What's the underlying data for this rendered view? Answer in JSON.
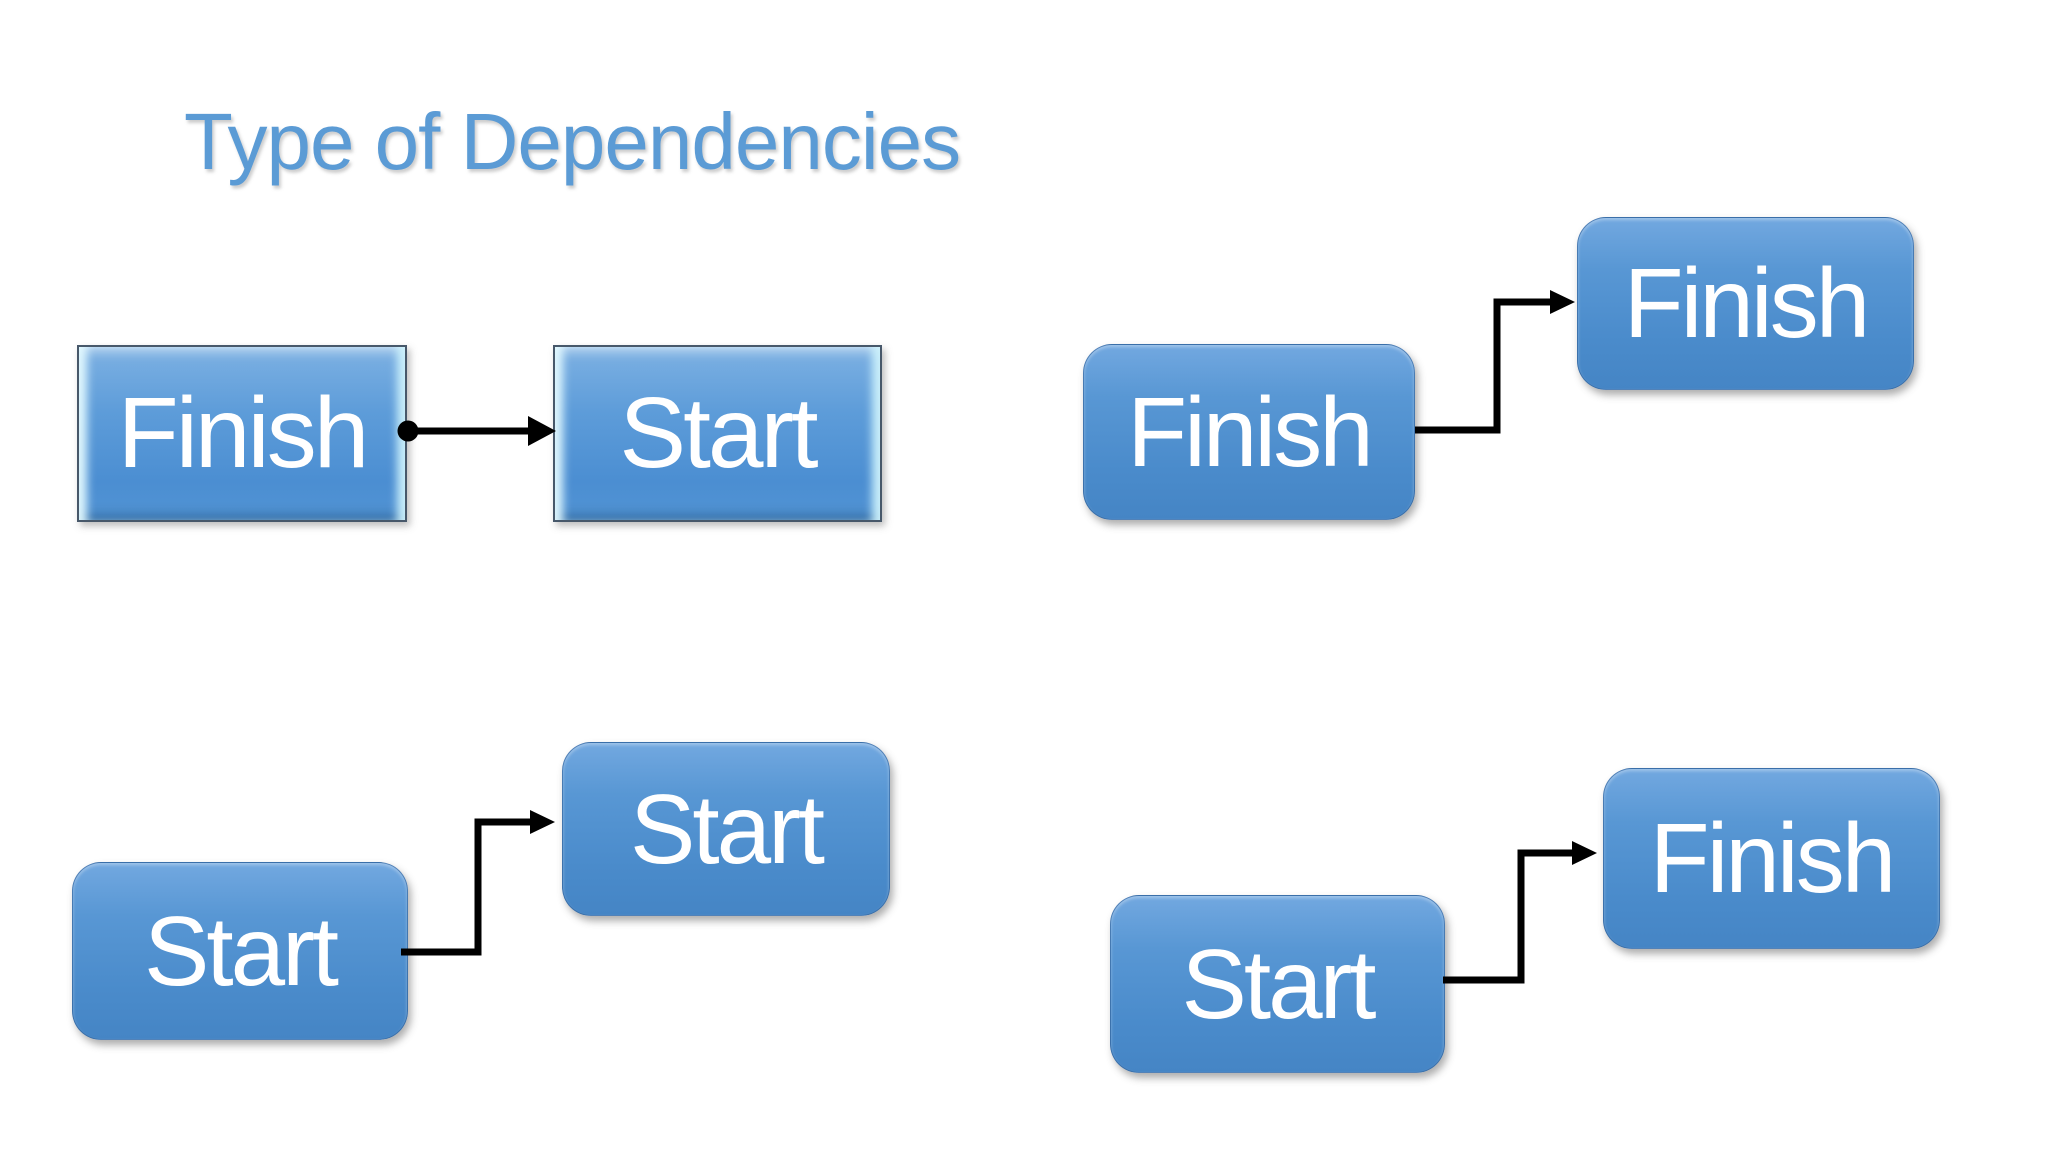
{
  "slide": {
    "title": "Type of Dependencies"
  },
  "colors": {
    "title": "#5B9BD5",
    "box_blue": "#4A8BCB",
    "box_blue_light": "#72A8E0",
    "bevel_highlight": "#D9F4FC",
    "label_text": "#FFFFFF",
    "arrow": "#000000",
    "background": "#FFFFFF"
  },
  "diagrams": [
    {
      "id": "finish-to-start",
      "from": "Finish",
      "to": "Start",
      "box_style": "beveled",
      "connector": "straight-arrow-with-dot"
    },
    {
      "id": "finish-to-finish",
      "from": "Finish",
      "to": "Finish",
      "box_style": "rounded",
      "connector": "elbow-arrow"
    },
    {
      "id": "start-to-start",
      "from": "Start",
      "to": "Start",
      "box_style": "rounded",
      "connector": "elbow-arrow"
    },
    {
      "id": "start-to-finish",
      "from": "Start",
      "to": "Finish",
      "box_style": "rounded",
      "connector": "elbow-arrow"
    }
  ]
}
